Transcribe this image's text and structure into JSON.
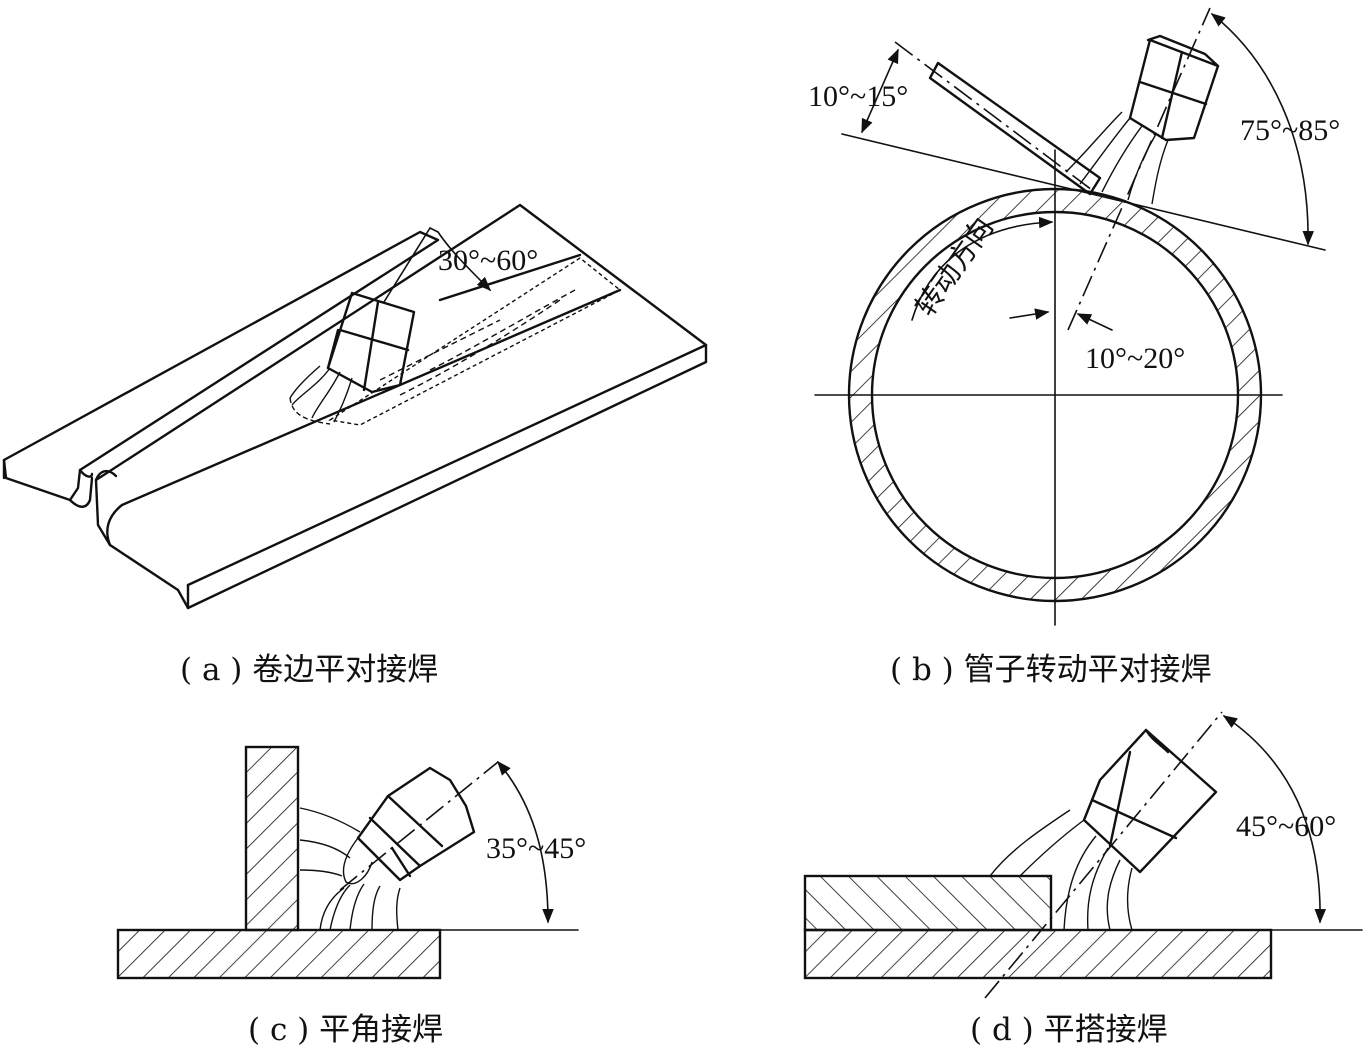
{
  "panel_a": {
    "angle_label": "30°~60°",
    "caption": "( a ) 卷边平对接焊"
  },
  "panel_b": {
    "angle_top_left": "10°~15°",
    "angle_right": "75°~85°",
    "angle_center": "10°~20°",
    "rotation_label": "转动方向",
    "caption": "( b ) 管子转动平对接焊"
  },
  "panel_c": {
    "angle_label": "35°~45°",
    "caption": "( c ) 平角接焊"
  },
  "panel_d": {
    "angle_label": "45°~60°",
    "caption": "( d ) 平搭接焊"
  },
  "colors": {
    "ink": "#111111",
    "background": "#ffffff"
  }
}
